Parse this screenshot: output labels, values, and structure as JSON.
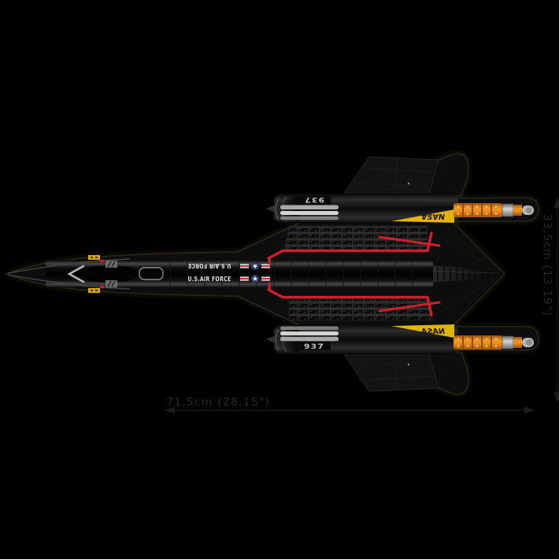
{
  "photo": {
    "description": "Top view product photo of a black brick-built Lockheed SR-71 Blackbird model on a black background",
    "background_color": "#000000"
  },
  "aircraft": {
    "usaf_marking": "U.S.AIR FORCE",
    "usaf_marking_mirrored": "U.S.AIR FORCE",
    "tail_number": "937",
    "nacelle_marking": "NASA",
    "colors": {
      "body_black": "#0d0d0d",
      "trim_red": "#d01e2c",
      "exhaust_orange": "#ef9222",
      "marking_yellow": "#e3b30a",
      "roundel_blue": "#2b3c66",
      "metal_grey": "#c8c8c8"
    }
  },
  "annotations": {
    "length_label": "71,5cm (28.15\")",
    "wingspan_label": "33,5cm (13.19\")"
  }
}
